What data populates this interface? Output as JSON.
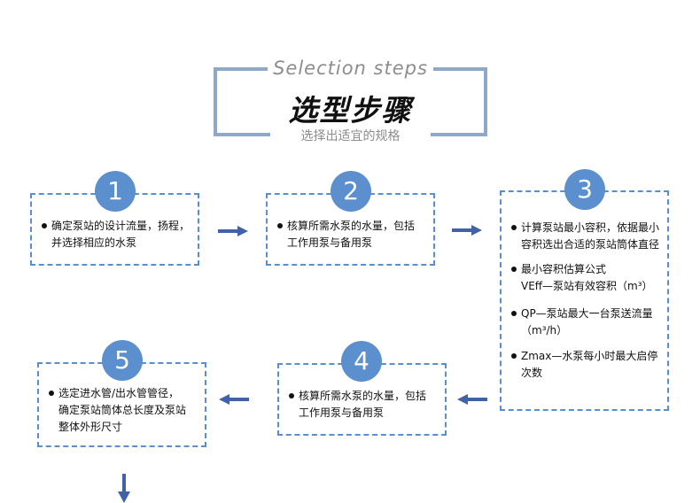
{
  "header": {
    "title_en": "Selection steps",
    "title_cn": "选型步骤",
    "subtitle": "选择出适宜的规格"
  },
  "steps": [
    {
      "number": "1",
      "items": [
        {
          "lines": [
            "确定泵站的设计流量，扬程，",
            "并选择相应的水泵"
          ]
        }
      ]
    },
    {
      "number": "2",
      "items": [
        {
          "lines": [
            "核算所需水泵的水量，包括",
            "工作用泵与备用泵"
          ]
        }
      ]
    },
    {
      "number": "3",
      "items": [
        {
          "lines": [
            "计算泵站最小容积，依据最小",
            "容积选出合适的泵站筒体直径"
          ]
        },
        {
          "lines": [
            "最小容积估算公式",
            "VEff—泵站有效容积（m³）"
          ]
        },
        {
          "lines": [
            "QP—泵站最大一台泵送流量",
            "（m³/h）"
          ]
        },
        {
          "lines": [
            "Zmax—水泵每小时最大启停",
            "次数"
          ]
        }
      ]
    },
    {
      "number": "4",
      "items": [
        {
          "lines": [
            "核算所需水泵的水量，包括",
            "工作用泵与备用泵"
          ]
        }
      ]
    },
    {
      "number": "5",
      "items": [
        {
          "lines": [
            "选定进水管/出水管管径，",
            "确定泵站筒体总长度及泵站",
            "整体外形尺寸"
          ]
        }
      ]
    }
  ],
  "colors": {
    "accent": "#5b8fcd",
    "arrow": "#3f63a6",
    "header_frame": "#8fa8c8"
  }
}
